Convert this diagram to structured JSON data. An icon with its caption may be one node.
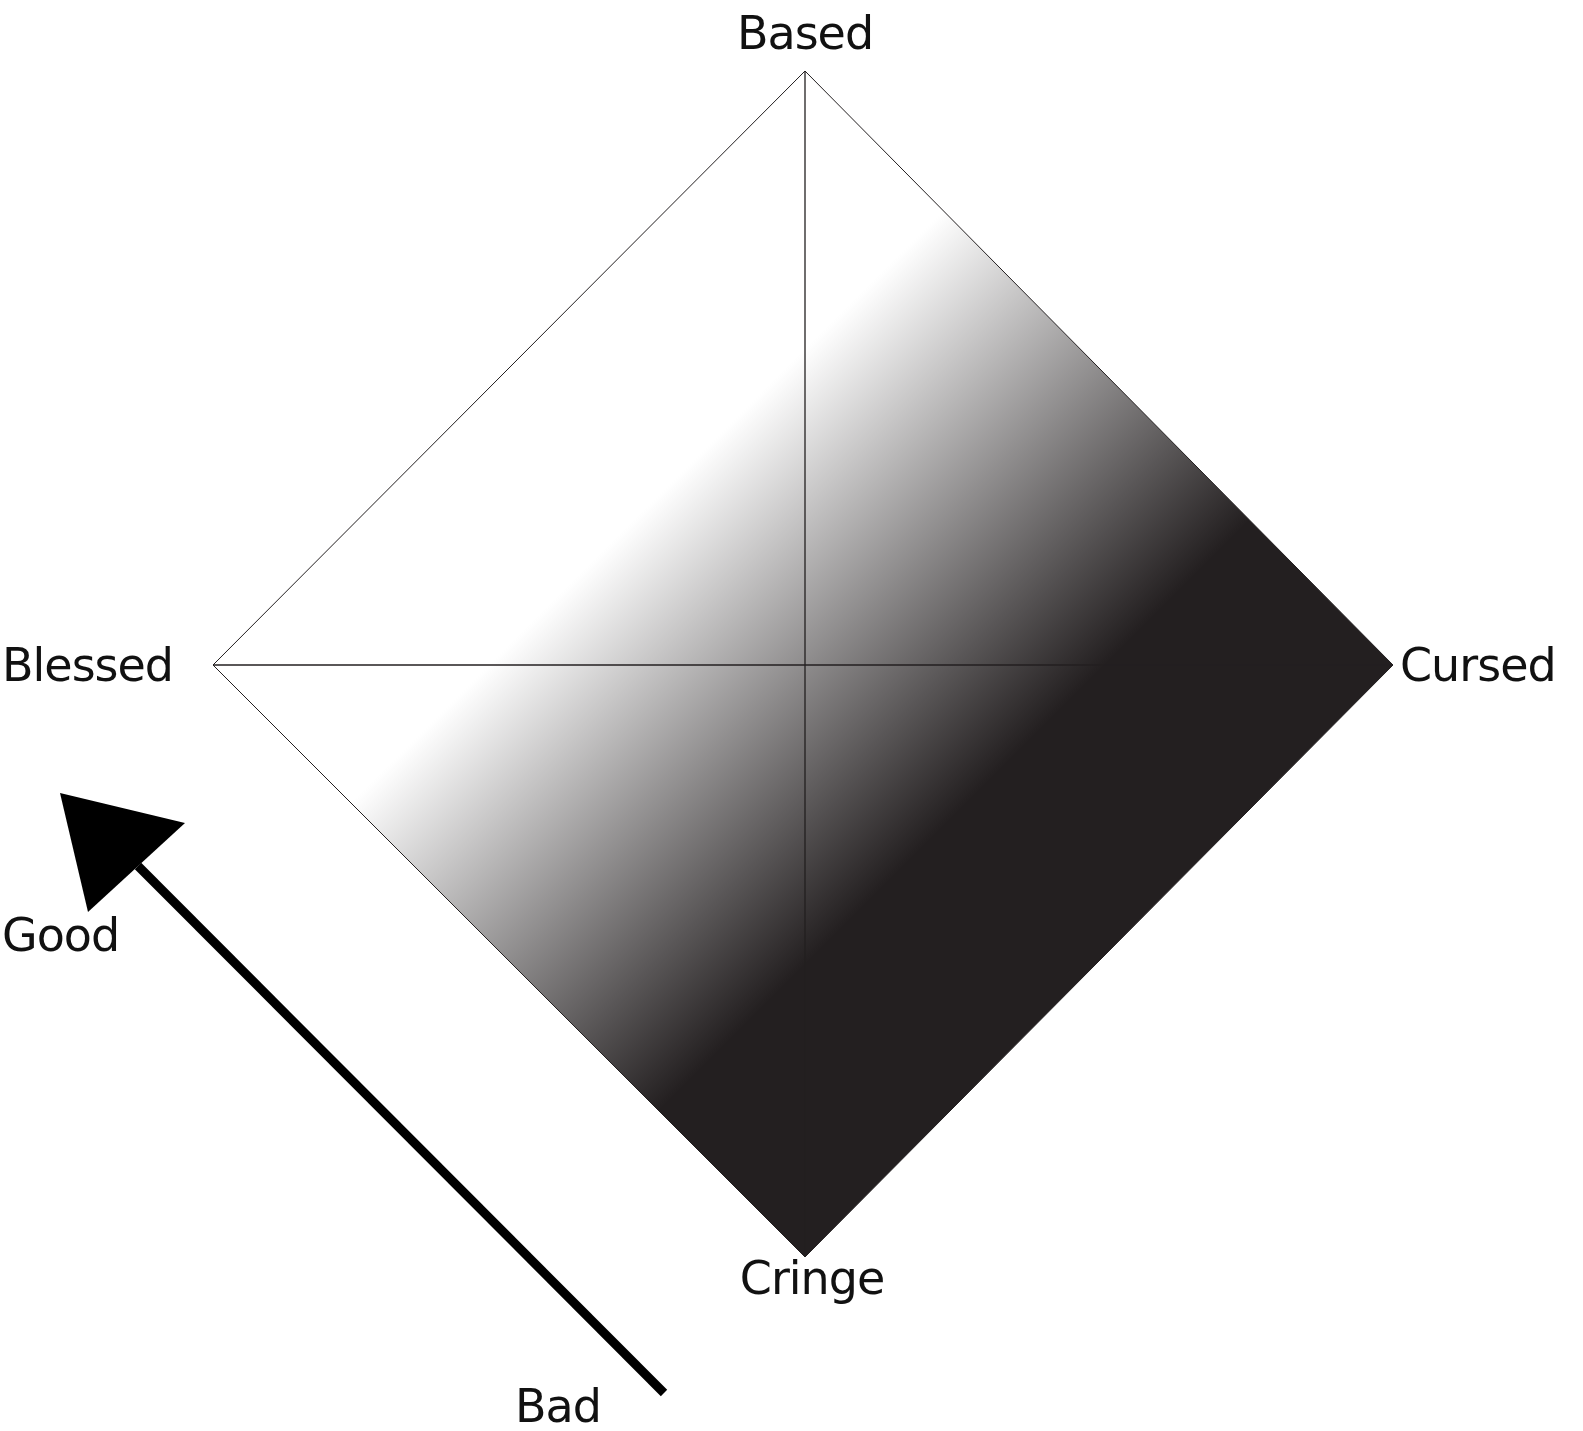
{
  "diagram": {
    "labels": [
      "Based",
      "Blessed",
      "Cursed",
      "Good",
      "Cringe",
      "Bad"
    ]
  }
}
